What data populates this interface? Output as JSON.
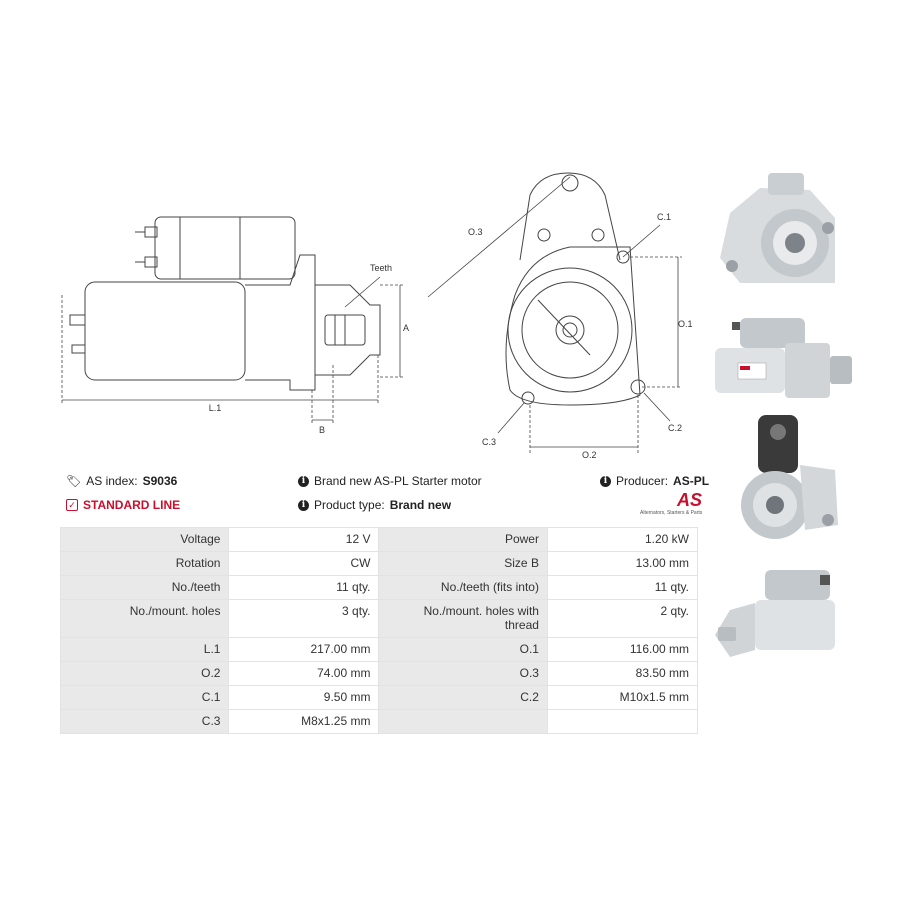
{
  "drawing": {
    "side": {
      "teeth": "Teeth",
      "a": "A",
      "l1": "L.1",
      "b": "B"
    },
    "front": {
      "o3": "O.3",
      "c1": "C.1",
      "o1": "O.1",
      "c3": "C.3",
      "o2": "O.2",
      "c2": "C.2"
    }
  },
  "header": {
    "as_index_label": "AS index:",
    "as_index_value": "S9036",
    "description": "Brand new AS-PL Starter motor",
    "producer_label": "Producer:",
    "producer_value": "AS-PL",
    "line": "STANDARD LINE",
    "product_type_label": "Product type:",
    "product_type_value": "Brand new"
  },
  "logo": {
    "text": "AS",
    "tagline": "Alternators, Starters & Parts"
  },
  "specs": [
    [
      "Voltage",
      "12 V",
      "Power",
      "1.20 kW"
    ],
    [
      "Rotation",
      "CW",
      "Size B",
      "13.00 mm"
    ],
    [
      "No./teeth",
      "11 qty.",
      "No./teeth (fits into)",
      "11 qty."
    ],
    [
      "No./mount. holes",
      "3 qty.",
      "No./mount. holes with thread",
      "2 qty."
    ],
    [
      "L.1",
      "217.00 mm",
      "O.1",
      "116.00 mm"
    ],
    [
      "O.2",
      "74.00 mm",
      "O.3",
      "83.50 mm"
    ],
    [
      "C.1",
      "9.50 mm",
      "C.2",
      "M10x1.5 mm"
    ],
    [
      "C.3",
      "M8x1.25 mm",
      "",
      ""
    ]
  ],
  "colors": {
    "accent": "#c8102e",
    "label_bg": "#e9e9e9",
    "border": "#e3e3e3"
  }
}
